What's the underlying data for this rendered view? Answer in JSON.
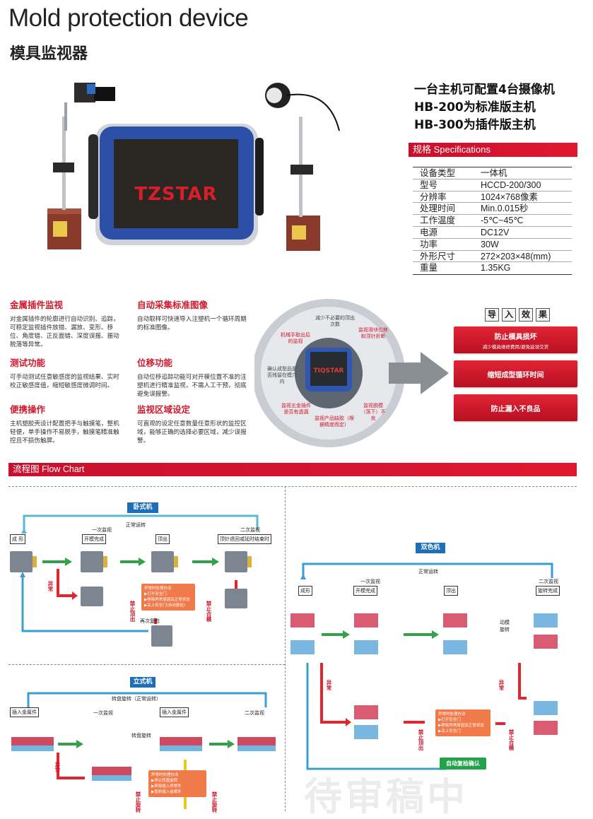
{
  "header": {
    "title_en": "Mold protection device",
    "title_cn": "模具监视器"
  },
  "product": {
    "brand": "TZSTAR",
    "wheel_brand": "TIQSTAR"
  },
  "headlines": [
    "一台主机可配置4台摄像机",
    "HB-200为标准版主机",
    "HB-300为插件版主机"
  ],
  "specs": {
    "title": "规格 Specifications",
    "rows": [
      {
        "k": "设备类型",
        "v": "一体机"
      },
      {
        "k": "型号",
        "v": "HCCD-200/300"
      },
      {
        "k": "分辨率",
        "v": "1024×768像素"
      },
      {
        "k": "处理时间",
        "v": "Min.0.015秒"
      },
      {
        "k": "工作温度",
        "v": "-5℃~45℃"
      },
      {
        "k": "电源",
        "v": "DC12V"
      },
      {
        "k": "功率",
        "v": "30W"
      },
      {
        "k": "外形尺寸",
        "v": "272×203×48(mm)"
      },
      {
        "k": "重量",
        "v": "1.35KG"
      }
    ]
  },
  "features": [
    {
      "t": "金属插件监视",
      "d": "对金属插件的轮廓进行自动识别、追踪，可稳定监视插件放错、漏放、变形、移位、角度错、正反面错、深度误报、振动脱落等异常。"
    },
    {
      "t": "自动采集标准图像",
      "d": "自动取样可快速导入注塑机一个循环周期的标准图像。"
    },
    {
      "t": "测试功能",
      "d": "可手动测试任意敏感度的监视结果、实时校正敏感度值，缩短敏感度微调时间。"
    },
    {
      "t": "位移功能",
      "d": "自动位移追踪功能可对开模位置不准的注塑机进行精准监视，不需人工干预，彻底避免误报警。"
    },
    {
      "t": "便携操作",
      "d": "主机塑胶壳设计配置把手与触摸笔，整机轻便，单手操作不易脱手，触摸笔精准触控且不损伤触屏。"
    },
    {
      "t": "监视区域设定",
      "d": "可直观的设定任意数量任意形状的监控区域，能够正确的选择必要区域，减少误报警。"
    }
  ],
  "wheel": [
    "减少不必要的顶出次数",
    "监视滑块位移和顶针折断",
    "监视脱模（落下）不良",
    "监视产品缺胶（根据精度而定）",
    "监视五金插件是否有遗漏",
    "确认成型品是否残留在模穴内",
    "机械手取出后的监视"
  ],
  "effects": {
    "title": [
      "导",
      "入",
      "效",
      "果"
    ],
    "items": [
      {
        "m": "防止模具损坏",
        "s": "减少模具维修费用/避免延误交货"
      },
      {
        "m": "缩短成型循环时间",
        "s": ""
      },
      {
        "m": "防止漏入不良品",
        "s": ""
      }
    ]
  },
  "flow": {
    "title": "流程图 Flow Chart",
    "horizontal": {
      "name": "卧式机",
      "loop": "正常运转",
      "steps": [
        "成 形",
        "开模完成",
        "顶出",
        "顶针退回或延时结束时"
      ],
      "monitor1": "一次监视",
      "monitor2": "二次监视",
      "abnormal": "异常",
      "stop_eject": "禁止顶出",
      "stop_close": "禁止合模",
      "recheck": "再次复检",
      "box": [
        "异常时处理办法",
        "▶打开安全门",
        "▶移除异常原因及正常状态",
        "▶关上安全门(自动复检)"
      ]
    },
    "vertical": {
      "name": "立式机",
      "loop": "转盘旋转（正常运转）",
      "steps": [
        "插入金属件",
        "插入金属件"
      ],
      "monitor1": "一次监视",
      "monitor2": "二次监视",
      "rotate": "转盘旋转",
      "abnormal": "异常",
      "stop_rotate": "禁止旋转",
      "stop_rotate2": "禁止旋转",
      "box": [
        "异常时处理办法",
        "▶停止转盘旋转",
        "▶移除插入异常件",
        "▶重新插入金属件"
      ]
    },
    "dual": {
      "name": "双色机",
      "loop": "正常运转",
      "steps": [
        "成形",
        "开模完成",
        "顶出",
        "旋转完成"
      ],
      "monitor1": "一次监视",
      "monitor2": "二次监视",
      "rotate": "动模旋转",
      "abnormal": "异常",
      "abnormal2": "异常",
      "stop_eject": "禁止顶出",
      "stop_close": "禁止合模",
      "box": [
        "异常时处理办法",
        "▶打开安全门",
        "▶移除异常原因及正常状态",
        "▶关上安全门"
      ],
      "confirm": "自动复检确认"
    }
  },
  "watermark": "待审稿中"
}
